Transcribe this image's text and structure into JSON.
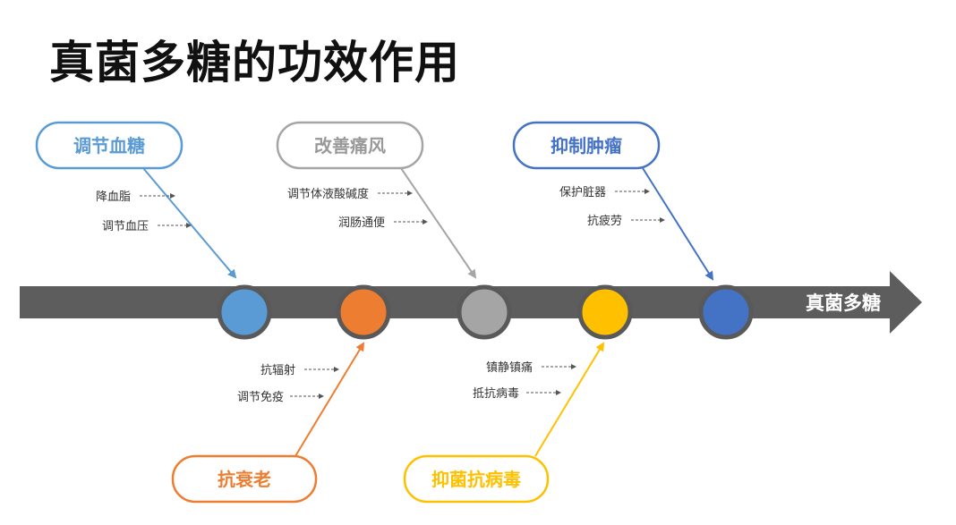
{
  "title": "真菌多糖的功效作用",
  "axis": {
    "label": "真菌多糖",
    "color": "#5d5d5d"
  },
  "colors": {
    "blue_light": "#5b9bd5",
    "orange": "#ed7d31",
    "gray": "#a5a5a5",
    "yellow": "#ffc000",
    "blue_dark": "#4472c4",
    "ring": "#595959"
  },
  "branches_top": [
    {
      "label": "调节血糖",
      "items": [
        "降血脂",
        "调节血压"
      ],
      "color": "#5b9bd5"
    },
    {
      "label": "改善痛风",
      "items": [
        "调节体液酸碱度",
        "润肠通便"
      ],
      "color": "#a5a5a5"
    },
    {
      "label": "抑制肿瘤",
      "items": [
        "保护脏器",
        "抗疲劳"
      ],
      "color": "#4472c4"
    }
  ],
  "branches_bottom": [
    {
      "label": "抗衰老",
      "items": [
        "抗辐射",
        "调节免疫"
      ],
      "color": "#ed7d31"
    },
    {
      "label": "抑菌抗病毒",
      "items": [
        "镇静镇痛",
        "抵抗病毒"
      ],
      "color": "#ffc000"
    }
  ]
}
